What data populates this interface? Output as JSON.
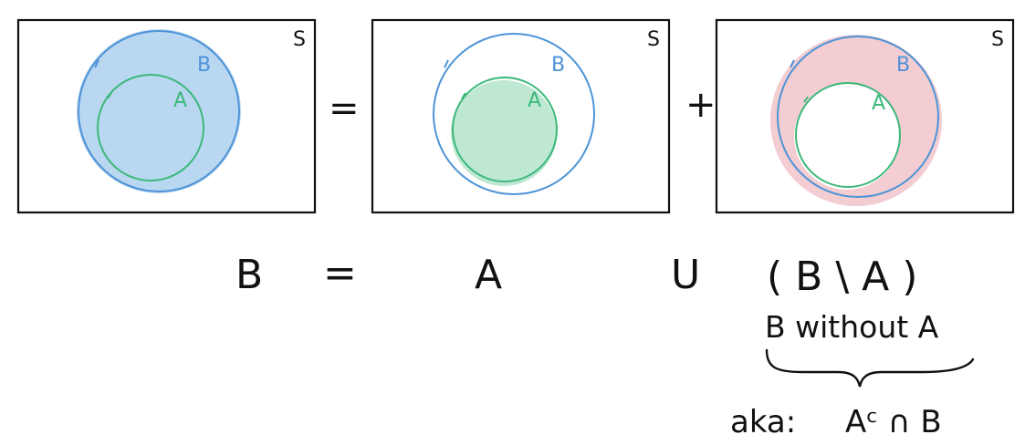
{
  "colors": {
    "ink": "#111111",
    "set_b": "#4d93d6",
    "set_b_fill": "#bad7f2",
    "set_a": "#3cb879",
    "set_a_fill": "#bfe8d3",
    "difference_fill": "#f3cdd2"
  },
  "panels": [
    {
      "universe_label": "S",
      "outer_label": "B",
      "inner_label": "A",
      "shaded_region": "B"
    },
    {
      "universe_label": "S",
      "outer_label": "B",
      "inner_label": "A",
      "shaded_region": "A"
    },
    {
      "universe_label": "S",
      "outer_label": "B",
      "inner_label": "A",
      "shaded_region": "B \\ A"
    }
  ],
  "operators": {
    "equals": "=",
    "plus": "+"
  },
  "equation": {
    "lhs": "B",
    "equals": "=",
    "term1": "A",
    "union": "U",
    "term2": "( B \\ A )"
  },
  "brace_note": "B without A",
  "aka": {
    "prefix": "aka:",
    "expression": "Aᶜ ∩ B"
  }
}
